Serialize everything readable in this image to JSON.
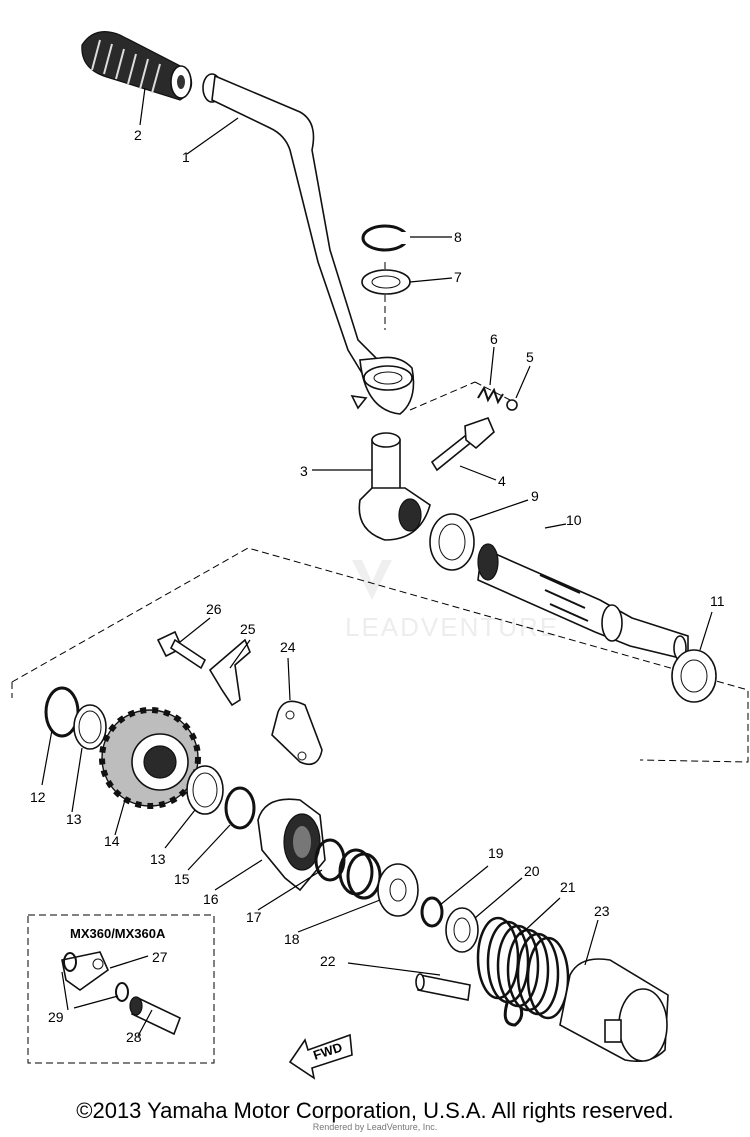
{
  "diagram": {
    "callouts": [
      "1",
      "2",
      "3",
      "4",
      "5",
      "6",
      "7",
      "8",
      "9",
      "10",
      "11",
      "12",
      "13",
      "13",
      "14",
      "15",
      "16",
      "17",
      "18",
      "19",
      "20",
      "21",
      "22",
      "23",
      "24",
      "25",
      "26",
      "27",
      "28",
      "29"
    ],
    "inset_title": "MX360/MX360A",
    "fwd_label": "FWD",
    "watermark": "LEADVENTURE"
  },
  "footer": {
    "copyright": "©2013 Yamaha Motor Corporation, U.S.A. All rights reserved.",
    "rendered_by": "Rendered by LeadVenture, Inc."
  }
}
